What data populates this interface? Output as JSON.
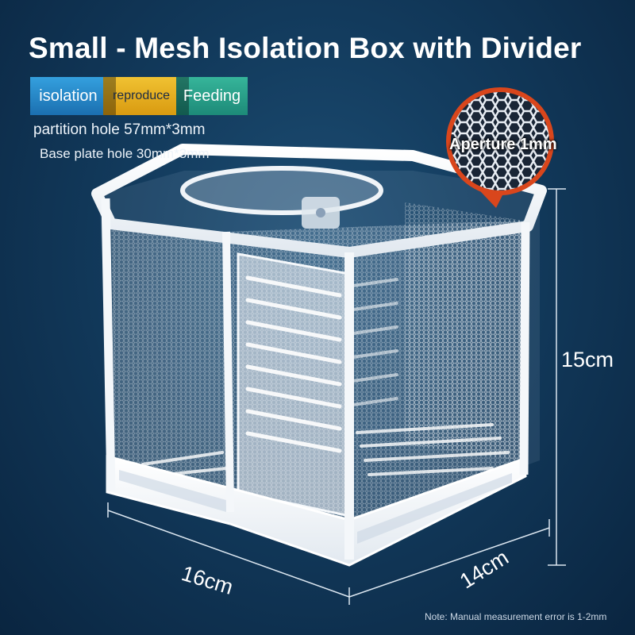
{
  "title": "Small - Mesh Isolation Box with Divider",
  "tags": [
    {
      "label": "isolation",
      "color": "#2b8fd0"
    },
    {
      "label": "reproduce",
      "color": "#e6ad1f"
    },
    {
      "label": "Feeding",
      "color": "#2aa38b"
    }
  ],
  "specs": {
    "partition_hole": "partition hole 57mm*3mm",
    "base_plate_hole": "Base plate hole 30mm*3mm"
  },
  "callout": {
    "label": "Aperture 1mm",
    "ring_color": "#d9461c"
  },
  "dimensions": {
    "height": "15cm",
    "width": "16cm",
    "depth": "14cm"
  },
  "note": "Note: Manual measurement error is 1-2mm",
  "colors": {
    "background": "#123a5c",
    "box_frame": "#f4f7fa"
  }
}
